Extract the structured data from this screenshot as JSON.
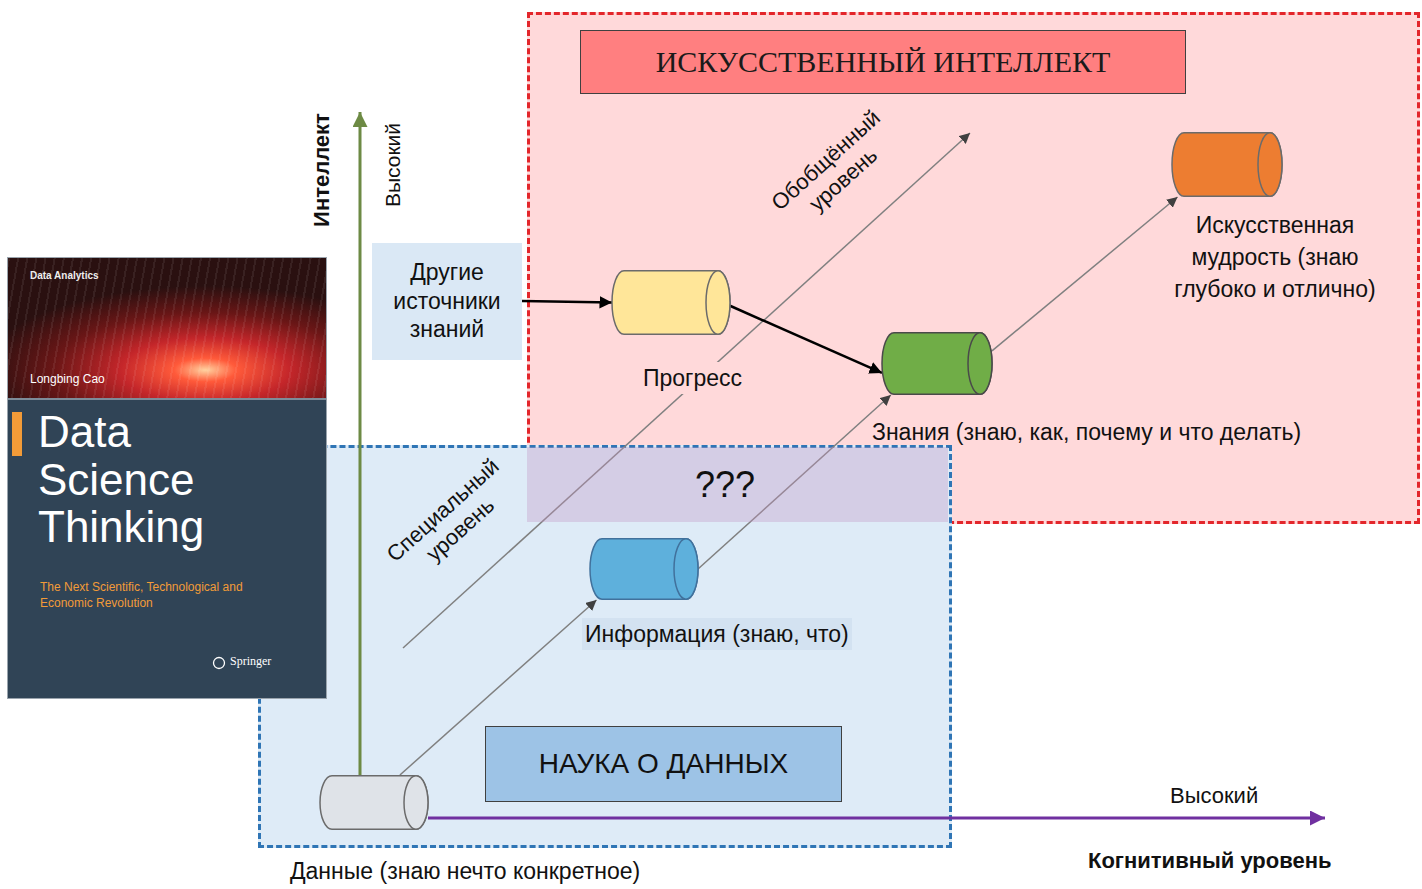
{
  "diagram": {
    "nodes": [
      {
        "text": [
          "Data Analytics",
          "Longbing Cao",
          "Data Science Thinking",
          "The Next Scientific, Technological and Economic Revolution",
          "Springer"
        ]
      },
      {
        "text": [
          "ИСКУССТВЕННЫЙ ИНТЕЛЛЕКТ"
        ]
      },
      {
        "text": [
          "Другие источники знаний"
        ]
      },
      {
        "text": [
          "Прогресс"
        ],
        "in": 1
      },
      {
        "text": [
          "Искусственная мудрость (знаю глубоко и отлично)"
        ],
        "in": 1
      },
      {
        "text": [
          "Знания (знаю, как, почему и что делать)"
        ],
        "in": 1
      },
      {
        "text": [
          "???"
        ]
      },
      {
        "text": [
          "НАУКА О ДАННЫХ"
        ]
      },
      {
        "text": [
          "Информация (знаю, что)"
        ],
        "in": 7
      },
      {
        "text": [
          "Данные (знаю нечто конкретное)"
        ],
        "in": 7
      }
    ],
    "edges": [
      {
        "from": 2,
        "to": 3,
        "arrow": "to"
      },
      {
        "from": 3,
        "to": 5,
        "arrow": "to"
      },
      {
        "from": 9,
        "to": 8,
        "arrow": "to"
      },
      {
        "from": 8,
        "to": 5,
        "arrow": "to"
      },
      {
        "from": 5,
        "to": 4,
        "arrow": "to"
      }
    ],
    "labels": [
      "Интеллект",
      "Высокий",
      "Обобщённый уровень",
      "Специальный уровень",
      "Высокий",
      "Когнитивный уровень"
    ]
  }
}
